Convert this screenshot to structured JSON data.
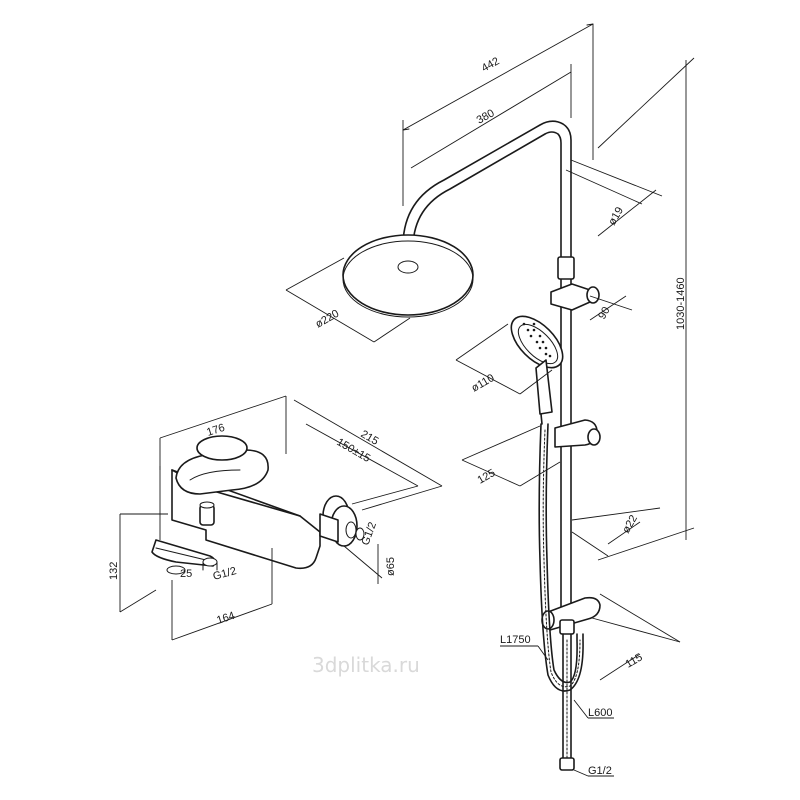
{
  "dimensions": {
    "total_arm_length": "442",
    "arm_length": "380",
    "pipe_diameter": "ø19",
    "head_diameter": "ø220",
    "holder_offset": "90",
    "rail_height": "1030-1460",
    "hand_shower_diameter": "ø110",
    "rail_holder_offset": "125",
    "rail_diameter": "ø22",
    "bottom_holder_offset": "115",
    "hose_length": "L1750",
    "hose_short_length": "L600",
    "hose_thread": "G1/2",
    "mixer_depth": "176",
    "mixer_width": "215",
    "mixer_spacing": "150±15",
    "mixer_height": "132",
    "mixer_spout": "164",
    "mixer_thread": "G1/2",
    "flange_diameter": "ø65",
    "outlet_thread": "G1/2",
    "angle": "25"
  },
  "watermark": "3dplitka.ru"
}
